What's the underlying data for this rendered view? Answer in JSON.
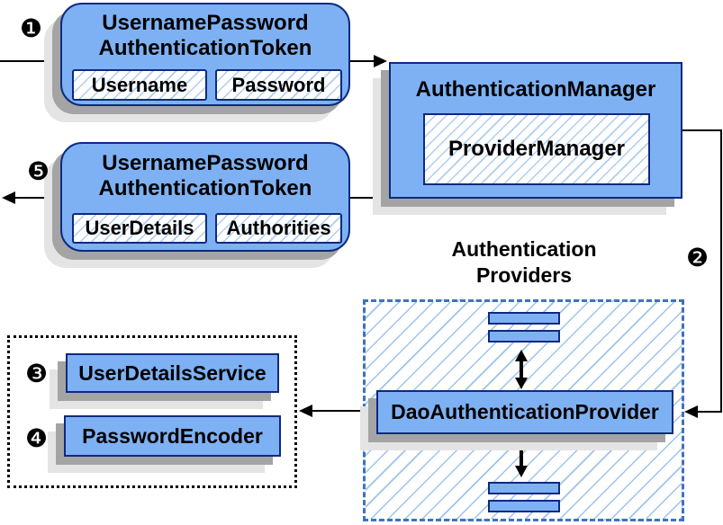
{
  "diagram": {
    "steps": {
      "one": "❶",
      "two": "❷",
      "three": "❸",
      "four": "❹",
      "five": "❺"
    },
    "request_token": {
      "title_line1": "UsernamePassword",
      "title_line2": "AuthenticationToken",
      "fields": [
        "Username",
        "Password"
      ]
    },
    "authentication_manager": {
      "title": "AuthenticationManager",
      "provider_manager": "ProviderManager"
    },
    "result_token": {
      "title_line1": "UsernamePassword",
      "title_line2": "AuthenticationToken",
      "fields": [
        "UserDetails",
        "Authorities"
      ]
    },
    "providers_group": {
      "label_line1": "Authentication",
      "label_line2": "Providers",
      "dao_provider": "DaoAuthenticationProvider"
    },
    "services_group": {
      "user_details_service": "UserDetailsService",
      "password_encoder": "PasswordEncoder"
    },
    "colors": {
      "box_fill": "#7eb1f3",
      "box_border": "#0e2a7e",
      "hatch_line": "#a9cbf1",
      "dashed_border": "#3f72bf",
      "dotted_border": "#000000",
      "shadow_mid": "#a4a4a4",
      "shadow_light": "#e4e4e4",
      "connector": "#000000"
    }
  }
}
